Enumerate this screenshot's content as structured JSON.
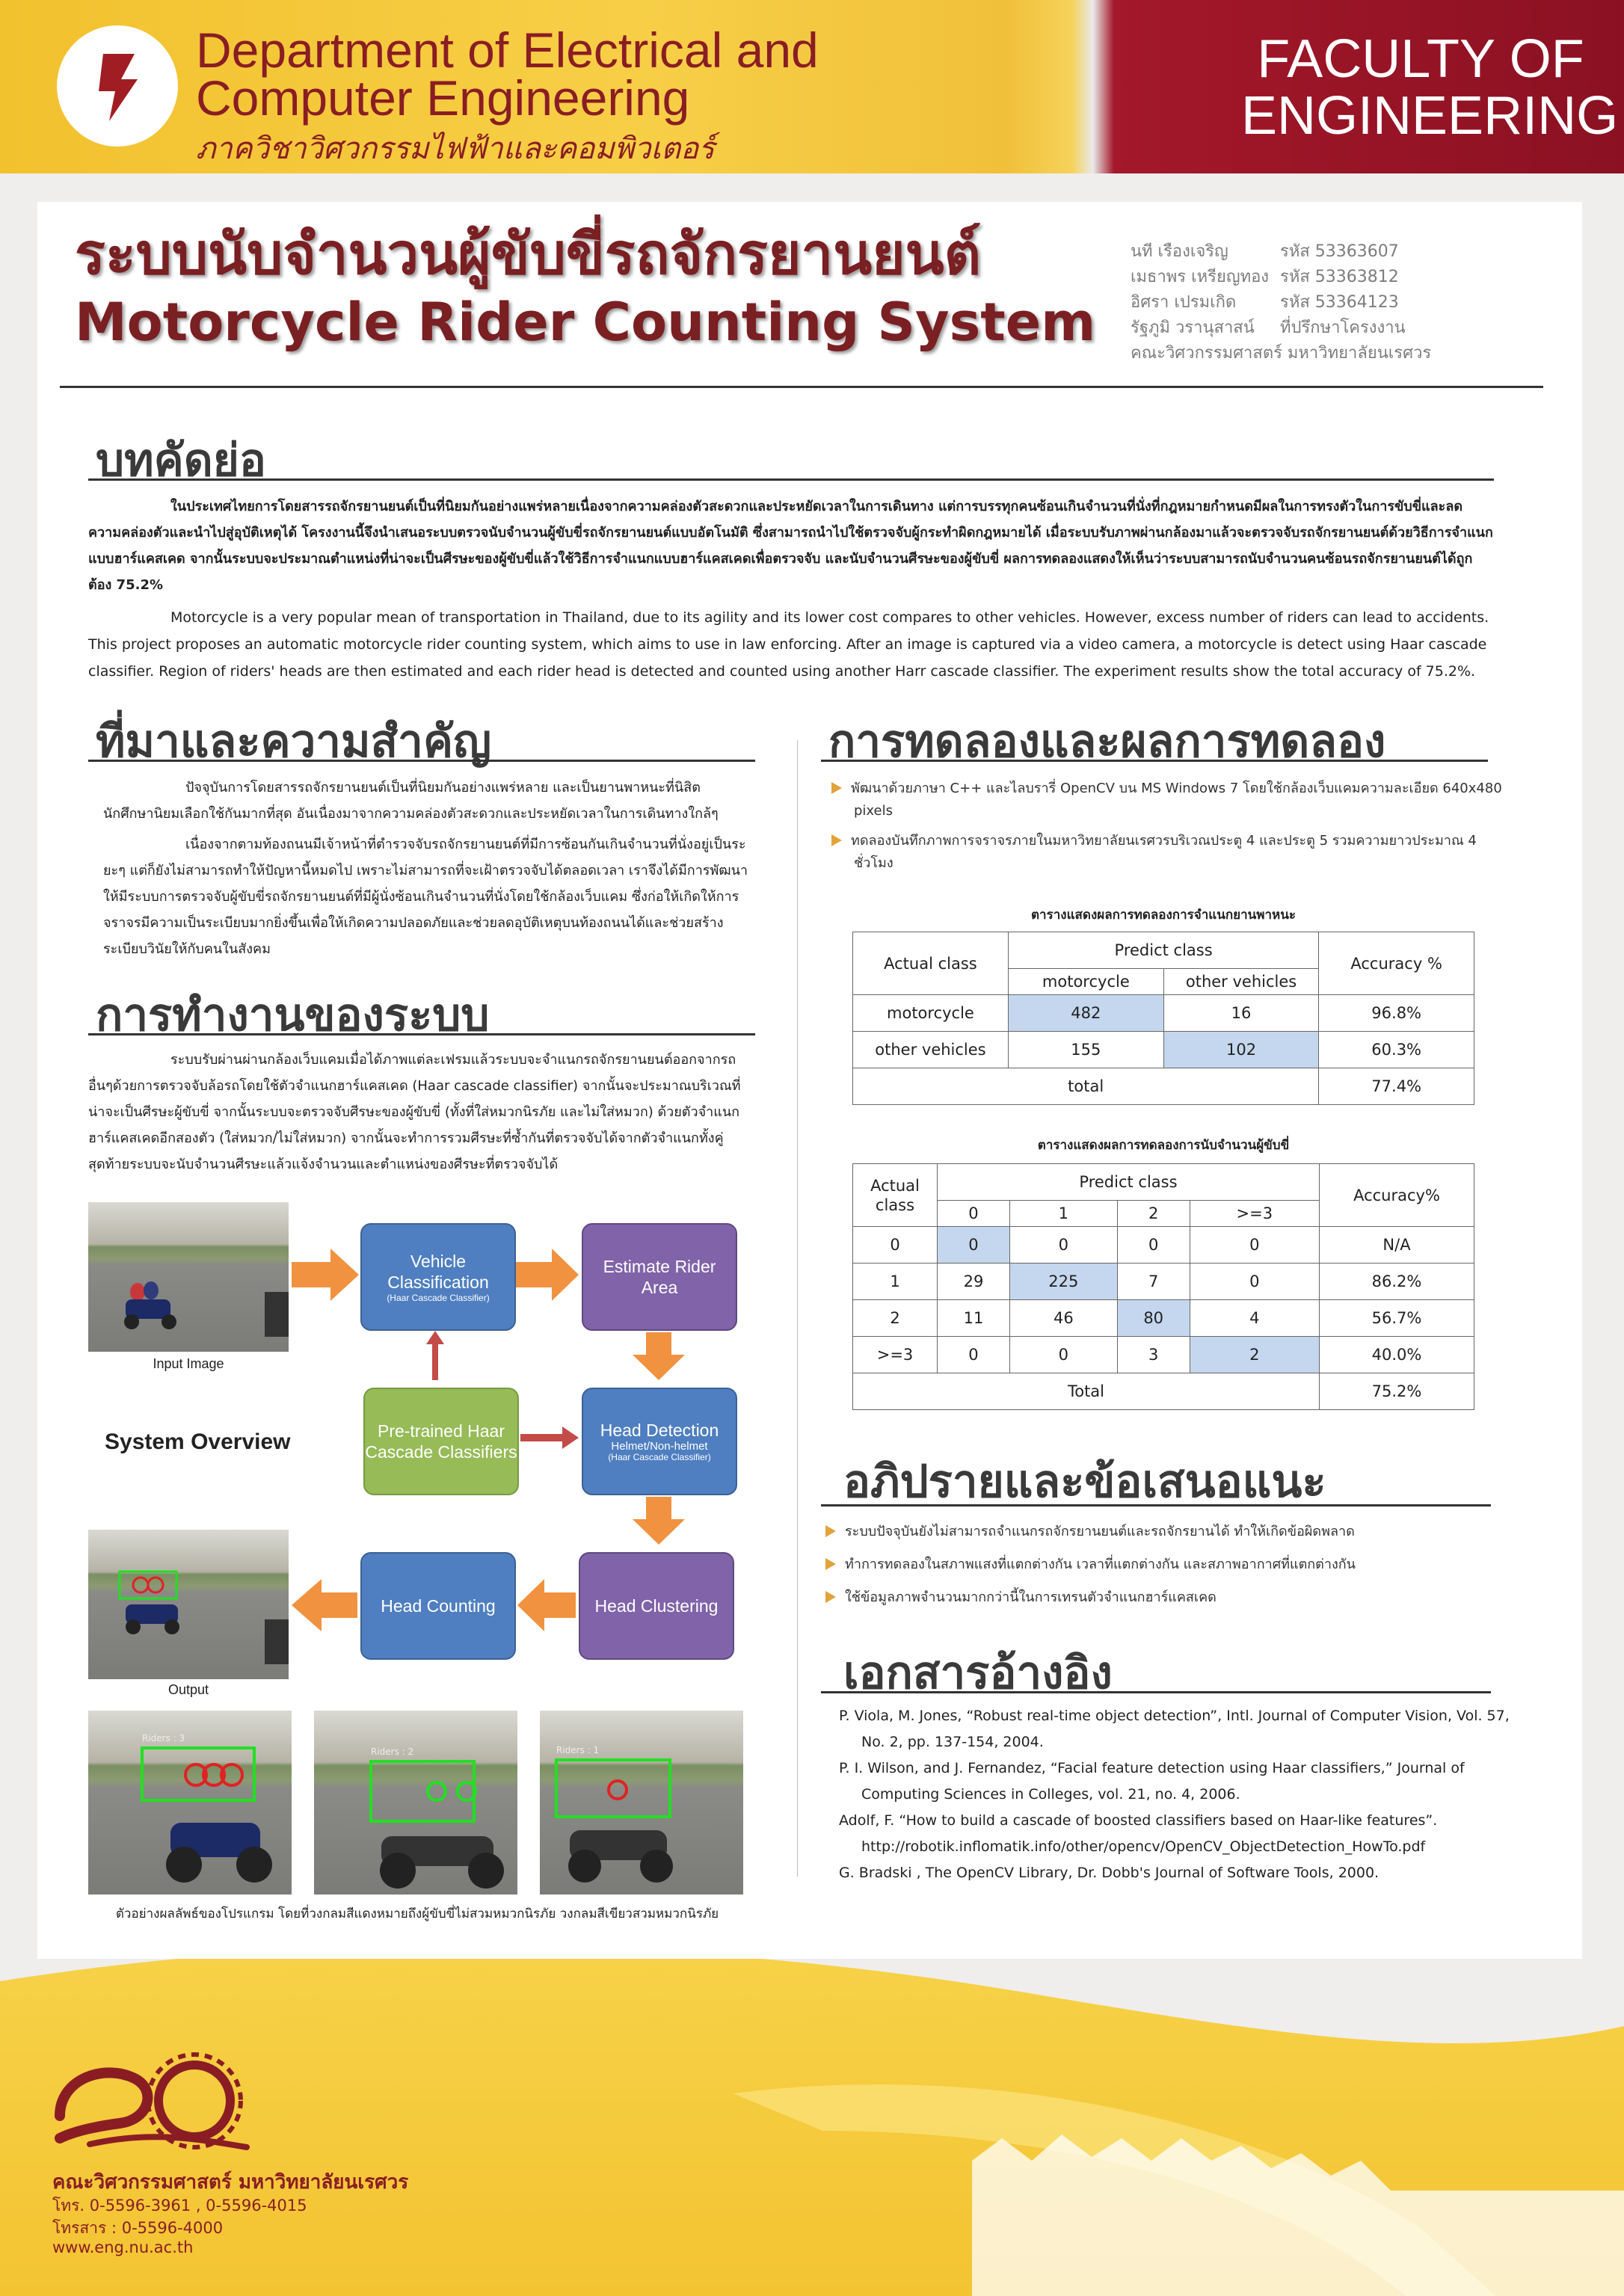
{
  "header": {
    "dept_en_line1": "Department of Electrical and",
    "dept_en_line2": "Computer Engineering",
    "dept_th": "ภาควิชาวิศวกรรมไฟฟ้าและคอมพิวเตอร์",
    "faculty_line1": "FACULTY OF",
    "faculty_line2": "ENGINEERING"
  },
  "title": {
    "th": "ระบบนับจำนวนผู้ขับขี่รถจักรยานยนต์",
    "en": "Motorcycle Rider Counting System"
  },
  "authors": [
    {
      "name": "นที เรืองเจริญ",
      "info": "รหัส 53363607"
    },
    {
      "name": "เมธาพร เหรียญทอง",
      "info": "รหัส 53363812"
    },
    {
      "name": "อิศรา เปรมเกิด",
      "info": "รหัส 53364123"
    },
    {
      "name": "รัฐภูมิ วรานุสาสน์",
      "info": "ที่ปรึกษาโครงงาน"
    }
  ],
  "affiliation": "คณะวิศวกรรมศาสตร์ มหาวิทยาลัยนเรศวร",
  "abstract": {
    "heading": "บทคัดย่อ",
    "th": "ในประเทศไทยการโดยสารรถจักรยานยนต์เป็นที่นิยมกันอย่างแพร่หลายเนื่องจากความคล่องตัวสะดวกและประหยัดเวลาในการเดินทาง แต่การบรรทุกคนซ้อนเกินจำนวนที่นั่งที่กฎหมายกำหนดมีผลในการทรงตัวในการขับขี่และลดความคล่องตัวและนำไปสู่อุบัติเหตุได้ โครงงานนี้จึงนำเสนอระบบตรวจนับจำนวนผู้ขับขี่รถจักรยานยนต์แบบอัตโนมัติ ซึ่งสามารถนำไปใช้ตรวจจับผู้กระทำผิดกฎหมายได้ เมื่อระบบรับภาพผ่านกล้องมาแล้วจะตรวจจับรถจักรยานยนต์ด้วยวิธีการจำแนกแบบฮาร์แคสเคด จากนั้นระบบจะประมาณตำแหน่งที่น่าจะเป็นศีรษะของผู้ขับขี่แล้วใช้วิธีการจำแนกแบบฮาร์แคสเคดเพื่อตรวจจับ และนับจำนวนศีรษะของผู้ขับขี่ ผลการทดลองแสดงให้เห็นว่าระบบสามารถนับจำนวนคนซ้อนรถจักรยานยนต์ได้ถูกต้อง 75.2%",
    "en": "Motorcycle is a very popular mean of transportation in Thailand, due to its agility and its lower cost compares to other vehicles. However, excess number of riders can lead to accidents. This project proposes an automatic motorcycle rider counting system, which aims to use in law enforcing. After an image is captured via a video camera, a motorcycle is detect using Haar cascade classifier. Region of riders' heads are then estimated and each rider head is detected and counted using another Harr cascade classifier. The experiment results show the total accuracy of 75.2%."
  },
  "background": {
    "heading": "ที่มาและความสำคัญ",
    "p1": "ปัจจุบันการโดยสารรถจักรยานยนต์เป็นที่นิยมกันอย่างแพร่หลาย และเป็นยานพาหนะที่นิสิต นักศึกษานิยมเลือกใช้กันมากที่สุด อันเนื่องมาจากความคล่องตัวสะดวกและประหยัดเวลาในการเดินทางใกล้ๆ",
    "p2": "เนื่องจากตามท้องถนนมีเจ้าหน้าที่ตำรวจจับรถจักรยานยนต์ที่มีการซ้อนกันเกินจำนวนที่นั่งอยู่เป็นระยะๆ แต่ก็ยังไม่สามารถทำให้ปัญหานี้หมดไป เพราะไม่สามารถที่จะเฝ้าตรวจจับได้ตลอดเวลา เราจึงได้มีการพัฒนาให้มีระบบการตรวจจับผู้ขับขี่รถจักรยานยนต์ที่มีผู้นั่งซ้อนเกินจำนวนที่นั่งโดยใช้กล้องเว็บแคม ซึ่งก่อให้เกิดให้การจราจรมีความเป็นระเบียบมากยิ่งขึ้นเพื่อให้เกิดความปลอดภัยและช่วยลดอุบัติเหตุบนท้องถนนได้และช่วยสร้างระเบียบวินัยให้กับคนในสังคม"
  },
  "method": {
    "heading": "การทำงานของระบบ",
    "p1": "ระบบรับผ่านผ่านกล้องเว็บแคมเมื่อได้ภาพแต่ละเฟรมแล้วระบบจะจำแนกรถจักรยานยนต์ออกจากรถอื่นๆด้วยการตรวจจับล้อรถโดยใช้ตัวจำแนกฮาร์แคสเคด (Haar cascade classifier) จากนั้นจะประมาณบริเวณที่น่าจะเป็นศีรษะผู้ขับขี่ จากนั้นระบบจะตรวจจับศีรษะของผู้ขับขี่ (ทั้งที่ใส่หมวกนิรภัย และไม่ใส่หมวก) ด้วยตัวจำแนกฮาร์แคสเคดอีกสองตัว (ใส่หมวก/ไม่ใส่หมวก) จากนั้นจะทำการรวมศีรษะที่ซ้ำกันที่ตรวจจับได้จากตัวจำแนกทั้งคู่ สุดท้ายระบบจะนับจำนวนศีรษะแล้วแจ้งจำนวนและตำแหน่งของศีรษะที่ตรวจจับได้"
  },
  "diagram": {
    "input_label": "Input Image",
    "output_label": "Output",
    "overview_label": "System Overview",
    "vehicle_title": "Vehicle Classification",
    "vehicle_sub": "(Haar Cascade Classifier)",
    "rider_area": "Estimate Rider Area",
    "pretrained": "Pre-trained Haar Cascade Classifiers",
    "head_detection": "Head Detection",
    "head_detection_sub1": "Helmet/Non-helmet",
    "head_detection_sub2": "(Haar Cascade Classifier)",
    "head_counting": "Head Counting",
    "head_clustering": "Head Clustering",
    "samples_caption": "ตัวอย่างผลลัพธ์ของโปรแกรม โดยที่วงกลมสีแดงหมายถึงผู้ขับขี่ไม่สวมหมวกนิรภัย วงกลมสีเขียวสวมหมวกนิรภัย",
    "sample_tags": [
      "Riders : 3",
      "Riders : 2",
      "Riders : 1"
    ]
  },
  "experiment": {
    "heading": "การทดลองและผลการทดลอง",
    "bullet1": "พัฒนาด้วยภาษา C++ และไลบรารี่ OpenCV บน MS Windows 7 โดยใช้กล้องเว็บแคมความละเอียด 640x480 pixels",
    "bullet2": "ทดลองบันทึกภาพการจราจรภายในมหาวิทยาลัยนเรศวรบริเวณประตู 4 และประตู 5 รวมความยาวประมาณ 4 ชั่วโมง",
    "table1": {
      "caption": "ตารางแสดงผลการทดลองการจำแนกยานพาหนะ",
      "actual": "Actual class",
      "predict": "Predict class",
      "accuracy": "Accuracy %",
      "cols": [
        "motorcycle",
        "other vehicles"
      ],
      "rows": [
        {
          "label": "motorcycle",
          "values": [
            "482",
            "16"
          ],
          "acc": "96.8%"
        },
        {
          "label": "other vehicles",
          "values": [
            "155",
            "102"
          ],
          "acc": "60.3%"
        }
      ],
      "total_label": "total",
      "total": "77.4%"
    },
    "table2": {
      "caption": "ตารางแสดงผลการทดลองการนับจำนวนผู้ขับขี่",
      "actual": "Actual class",
      "predict": "Predict class",
      "accuracy": "Accuracy%",
      "cols": [
        "0",
        "1",
        "2",
        ">=3"
      ],
      "rows": [
        {
          "label": "0",
          "values": [
            "0",
            "0",
            "0",
            "0"
          ],
          "acc": "N/A"
        },
        {
          "label": "1",
          "values": [
            "29",
            "225",
            "7",
            "0"
          ],
          "acc": "86.2%"
        },
        {
          "label": "2",
          "values": [
            "11",
            "46",
            "80",
            "4"
          ],
          "acc": "56.7%"
        },
        {
          "label": ">=3",
          "values": [
            "0",
            "0",
            "3",
            "2"
          ],
          "acc": "40.0%"
        }
      ],
      "total_label": "Total",
      "total": "75.2%"
    }
  },
  "discussion": {
    "heading": "อภิปรายและข้อเสนอแนะ",
    "bullets": [
      "ระบบปัจจุบันยังไม่สามารถจำแนกรถจักรยานยนต์และรถจักรยานได้ ทำให้เกิดข้อผิดพลาด",
      "ทำการทดลองในสภาพแสงที่แตกต่างกัน เวลาที่แตกต่างกัน และสภาพอากาศที่แตกต่างกัน",
      "ใช้ข้อมูลภาพจำนวนมากกว่านี้ในการเทรนตัวจำแนกฮาร์แคสเคด"
    ]
  },
  "references": {
    "heading": "เอกสารอ้างอิง",
    "items": [
      "P. Viola, M. Jones, “Robust real-time object detection”, Intl. Journal of Computer Vision, Vol. 57, No. 2, pp. 137-154, 2004.",
      "P. I. Wilson, and J. Fernandez, “Facial feature detection using Haar classifiers,” Journal of Computing Sciences in Colleges, vol. 21, no. 4, 2006.",
      "Adolf, F. “How to build a cascade of boosted classifiers based on Haar-like features”. http://robotik.inflomatik.info/other/opencv/OpenCV_ObjectDetection_HowTo.pdf",
      "G. Bradski , The OpenCV Library, Dr. Dobb's Journal of Software Tools, 2000."
    ]
  },
  "footer": {
    "org": "คณะวิศวกรรมศาสตร์ มหาวิทยาลัยนเรศวร",
    "tel": "โทร. 0-5596-3961 , 0-5596-4015",
    "fax": "โทรสาร : 0-5596-4000",
    "web": "www.eng.nu.ac.th"
  },
  "colors": {
    "maroon": "#7a1f22",
    "gold": "#f2c12e",
    "red": "#a3182a",
    "highlight": "#c5d7ee"
  }
}
